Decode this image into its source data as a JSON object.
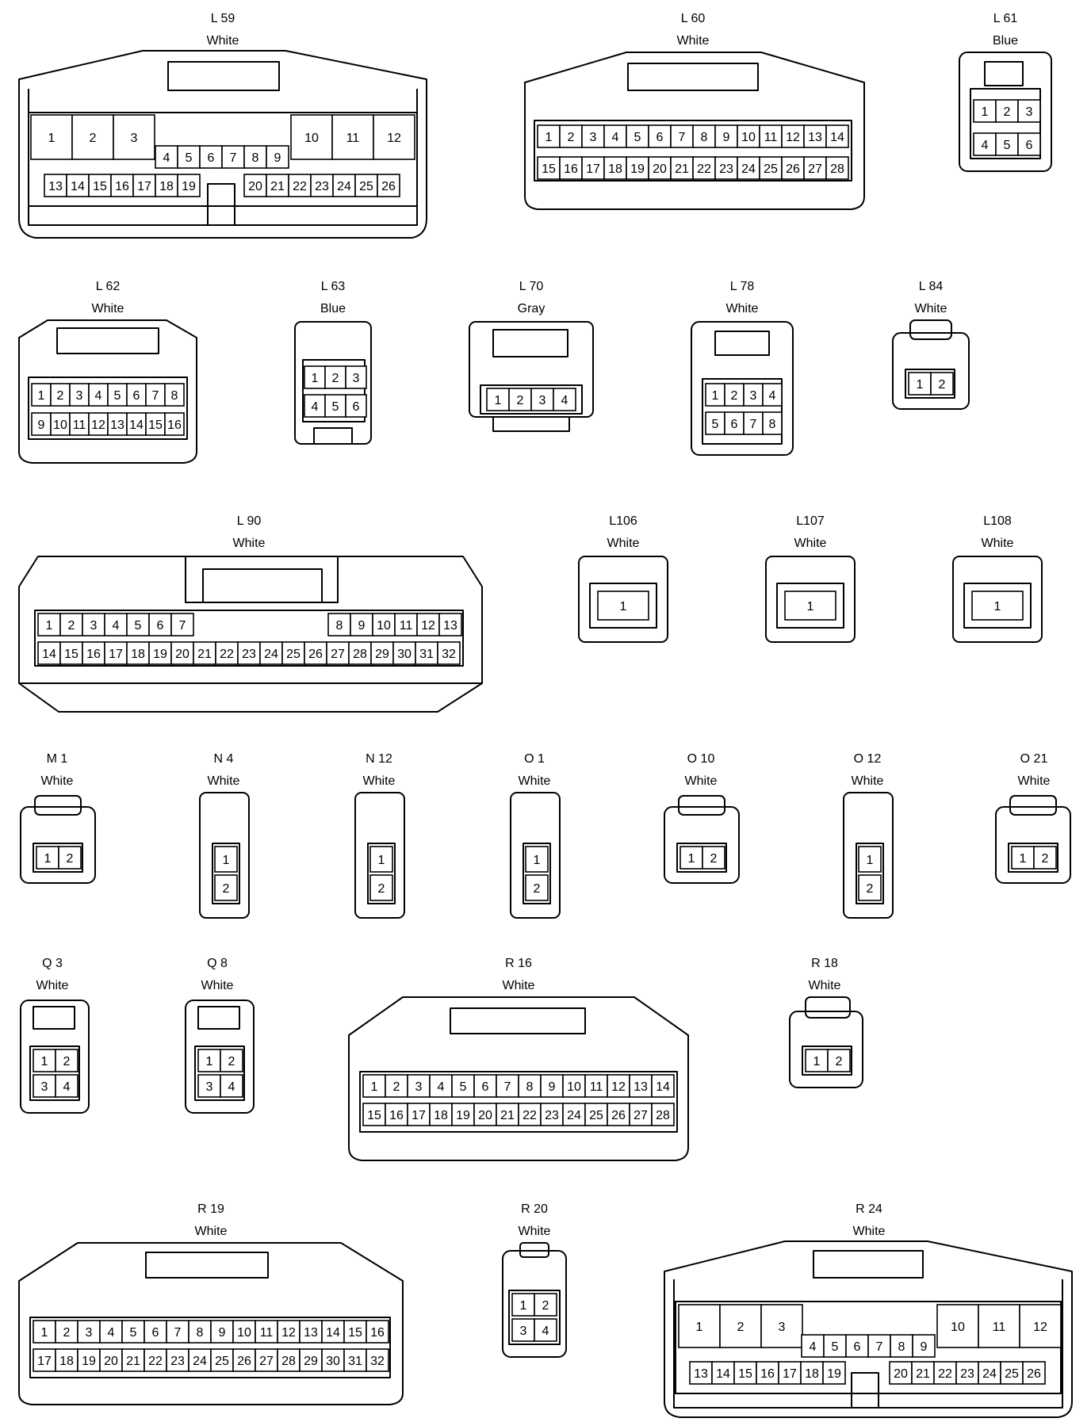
{
  "colors": {
    "line": "#000000",
    "background": "#ffffff"
  },
  "connectors": [
    {
      "id": "L 59",
      "color": "White"
    },
    {
      "id": "L 60",
      "color": "White"
    },
    {
      "id": "L 61",
      "color": "Blue"
    },
    {
      "id": "L 62",
      "color": "White"
    },
    {
      "id": "L 63",
      "color": "Blue"
    },
    {
      "id": "L 70",
      "color": "Gray"
    },
    {
      "id": "L 78",
      "color": "White"
    },
    {
      "id": "L 84",
      "color": "White"
    },
    {
      "id": "L 90",
      "color": "White"
    },
    {
      "id": "L106",
      "color": "White"
    },
    {
      "id": "L107",
      "color": "White"
    },
    {
      "id": "L108",
      "color": "White"
    },
    {
      "id": "M 1",
      "color": "White"
    },
    {
      "id": "N 4",
      "color": "White"
    },
    {
      "id": "N 12",
      "color": "White"
    },
    {
      "id": "O 1",
      "color": "White"
    },
    {
      "id": "O 10",
      "color": "White"
    },
    {
      "id": "O 12",
      "color": "White"
    },
    {
      "id": "O 21",
      "color": "White"
    },
    {
      "id": "Q 3",
      "color": "White"
    },
    {
      "id": "Q 8",
      "color": "White"
    },
    {
      "id": "R 16",
      "color": "White"
    },
    {
      "id": "R 18",
      "color": "White"
    },
    {
      "id": "R 19",
      "color": "White"
    },
    {
      "id": "R 20",
      "color": "White"
    },
    {
      "id": "R 24",
      "color": "White"
    }
  ]
}
